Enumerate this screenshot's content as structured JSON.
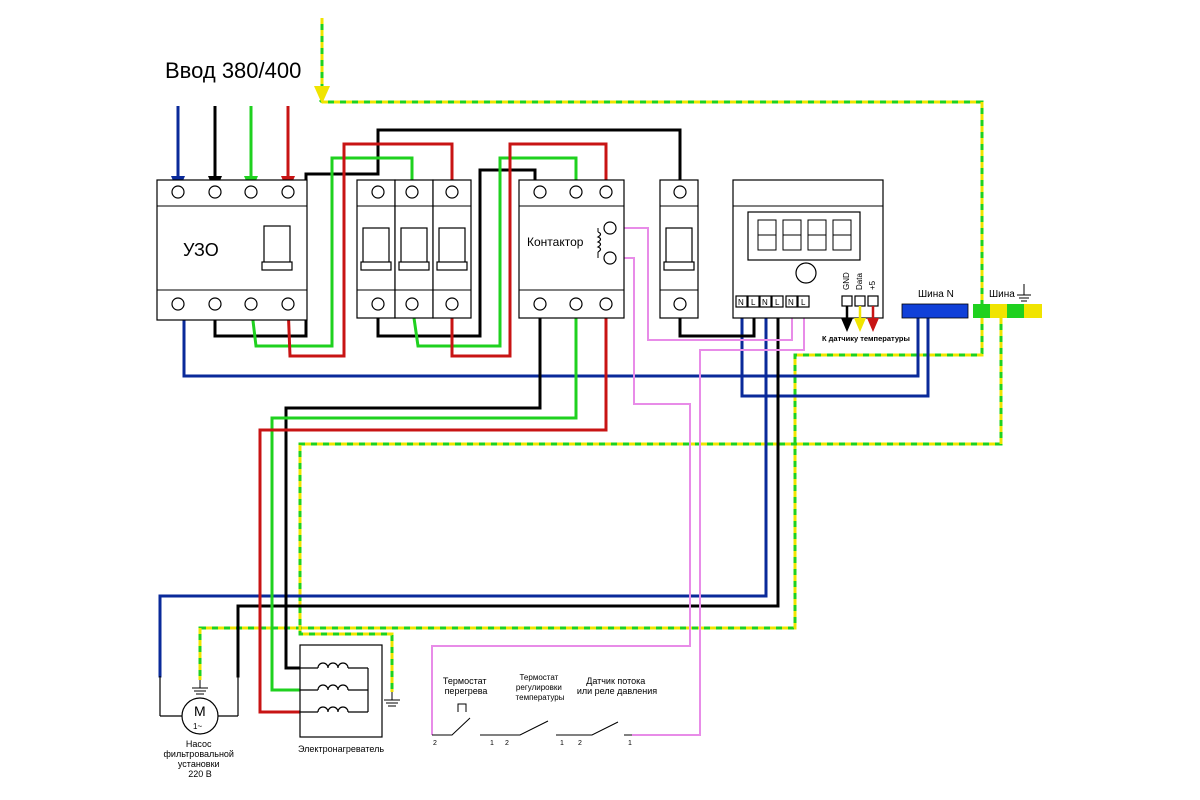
{
  "title": "Ввод 380/400",
  "labels": {
    "uzo": "УЗО",
    "contactor": "Контактор",
    "bus_n": "Шина N",
    "bus_pe": "Шина",
    "temp_sensor": "К датчику температуры",
    "gnd": "GND",
    "data": "Data",
    "plus5": "+5",
    "heater": "Электронагреватель",
    "pump_line1": "Насос",
    "pump_line2": "фильтровальной",
    "pump_line3": "установки",
    "pump_line4": "220 В",
    "motor_letter": "M",
    "motor_sub": "1~",
    "thermo1_line1": "Термостат",
    "thermo1_line2": "перегрева",
    "thermo2_line1": "Термостат",
    "thermo2_line2": "регулировки",
    "thermo2_line3": "температуры",
    "flow_line1": "Датчик потока",
    "flow_line2": "или реле давления",
    "ctrl_terminals": [
      "N",
      "L",
      "N",
      "L",
      "N",
      "L"
    ],
    "contact_numbers": [
      "2",
      "1",
      "2",
      "1",
      "2",
      "1"
    ]
  },
  "colors": {
    "blue": "#0a2a9a",
    "bright_blue": "#1040d8",
    "black": "#000000",
    "red": "#c81414",
    "green": "#1fd11f",
    "yellow": "#f0e400",
    "pink": "#e88ce8"
  },
  "icons": [
    "ground-icon",
    "coil-icon",
    "motor-icon",
    "arrow-down-icon"
  ]
}
